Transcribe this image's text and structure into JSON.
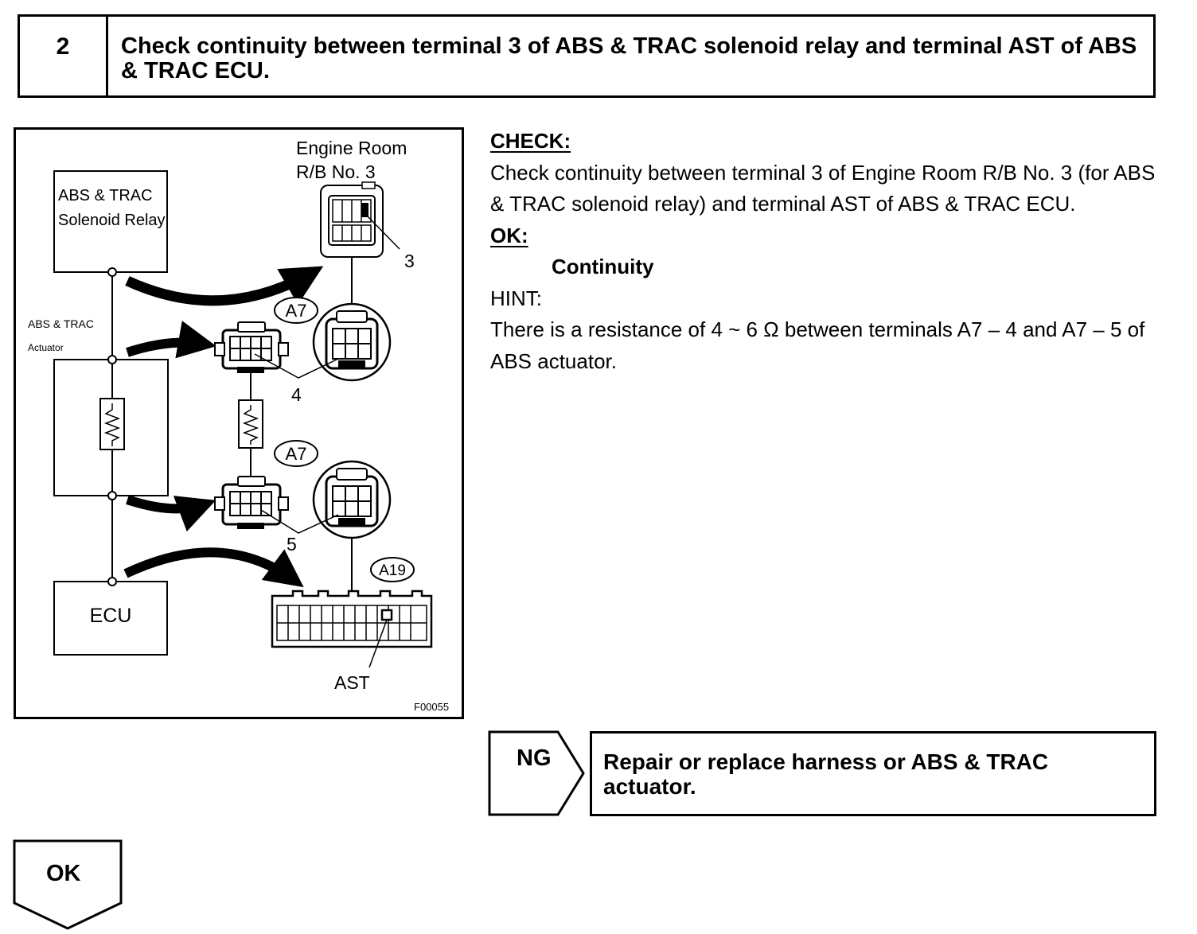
{
  "step": {
    "number": "2",
    "title": "Check continuity between terminal 3 of ABS & TRAC solenoid relay and terminal AST of ABS & TRAC ECU."
  },
  "diagram": {
    "relay_box": "ABS & TRAC Solenoid Relay",
    "engine_room_line1": "Engine Room",
    "engine_room_line2": "R/B No. 3",
    "terminal_3": "3",
    "actuator_line1": "ABS & TRAC",
    "actuator_line2": "Actuator",
    "connector_a7_top": "A7",
    "connector_a7_bottom": "A7",
    "terminal_4": "4",
    "terminal_5": "5",
    "connector_a19": "A19",
    "ecu": "ECU",
    "terminal_ast": "AST",
    "figure_code": "F00055"
  },
  "check": {
    "heading": "CHECK:",
    "body": "Check continuity between terminal 3 of Engine Room R/B No. 3 (for ABS & TRAC solenoid relay) and terminal AST of ABS & TRAC ECU.",
    "ok_heading": "OK:",
    "ok_value": "Continuity",
    "hint_heading": "HINT:",
    "hint_body": "There is a resistance of 4 ~ 6 Ω between terminals A7 – 4 and A7 – 5 of ABS actuator."
  },
  "ng": {
    "label": "NG",
    "action": "Repair or replace harness or ABS & TRAC actuator."
  },
  "ok": {
    "label": "OK"
  }
}
